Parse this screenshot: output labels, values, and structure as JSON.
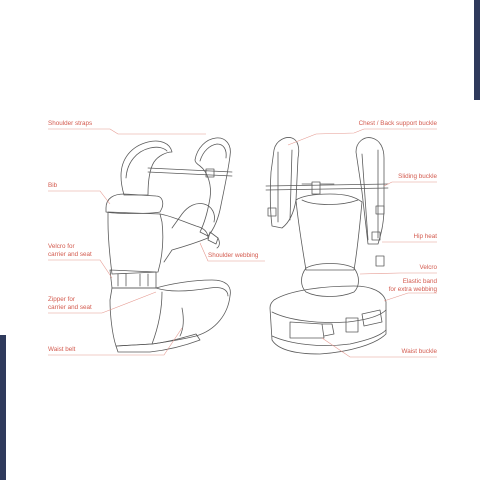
{
  "colors": {
    "label": "#d35a4e",
    "leader": "#e59990",
    "outline": "#5b5b5b",
    "edge_bar": "#2f3a5c"
  },
  "labels": {
    "shoulder_straps": "Shoulder straps",
    "bib": "Bib",
    "velcro_carrier_1": "Velcro for",
    "velcro_carrier_2": "carrier and seat",
    "zipper_1": "Zipper for",
    "zipper_2": "carrier and seat",
    "waist_belt": "Waist belt",
    "shoulder_webbing": "Shoulder webbing",
    "chest_back_buckle": "Chest / Back support buckle",
    "sliding_buckle": "Sliding buckle",
    "hip_heat": "Hip heat",
    "velcro": "Velcro",
    "elastic_band_1": "Elastic band",
    "elastic_band_2": "for extra webbing",
    "waist_buckle": "Waist buckle"
  }
}
